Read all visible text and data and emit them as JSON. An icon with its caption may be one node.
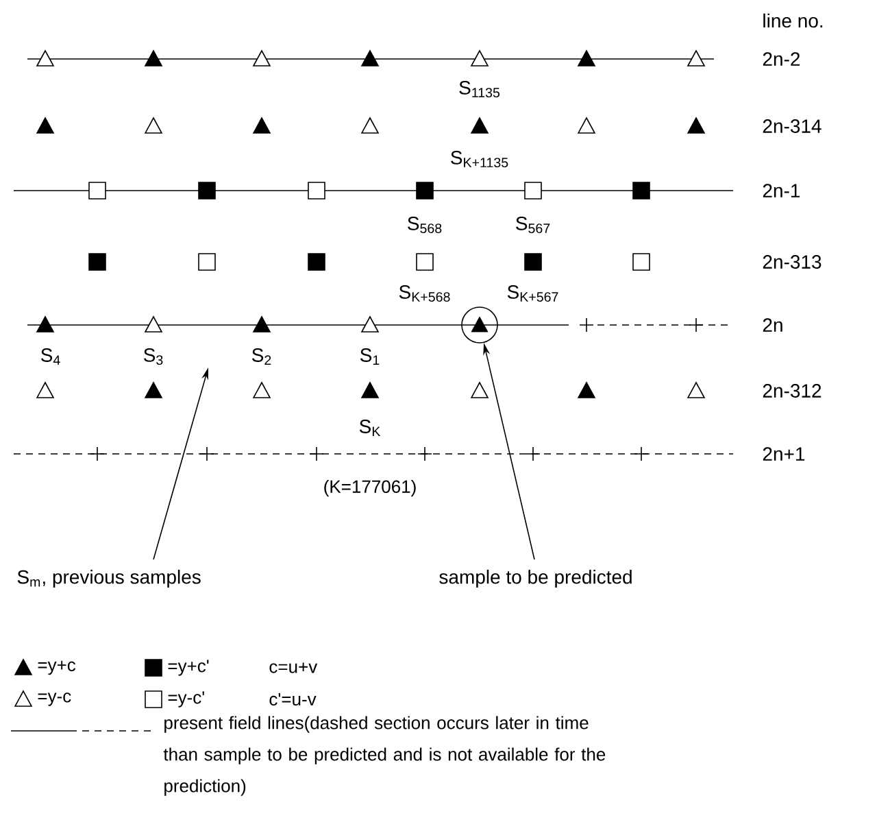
{
  "diagram": {
    "nodes": [
      {
        "text": [],
        "shape": "circle"
      },
      {
        "text": [
          "S$_{m}$, previous samples"
        ]
      },
      {
        "text": [
          "sample to be predicted"
        ]
      }
    ],
    "edges": [
      {
        "from": 1,
        "to": null,
        "arrow": "to"
      },
      {
        "from": 2,
        "to": 0,
        "arrow": "to"
      }
    ],
    "labels": [
      "line no.",
      "2n-2",
      "S$_{1135}$",
      "2n-314",
      "S$_{K+1135}$",
      "2n-1",
      "S$_{568}$",
      "S$_{567}$",
      "2n-313",
      "S$_{K+568}$",
      "S$_{K+567}$",
      "2n",
      "S$_{4}$",
      "S$_{3}$",
      "S$_{2}$",
      "S$_{1}$",
      "2n-312",
      "S$_{K}$",
      "2n+1",
      "(K=177061)",
      "c=u+v",
      "c'=u-v"
    ],
    "legend": [
      {
        "text": "=y+c"
      },
      {
        "text": "=y+c'"
      },
      {
        "text": "=y-c"
      },
      {
        "text": "=y-c'"
      },
      {
        "text": "present field lines(dashed section occurs later in time than sample to be predicted and is not available for the prediction)"
      }
    ]
  }
}
